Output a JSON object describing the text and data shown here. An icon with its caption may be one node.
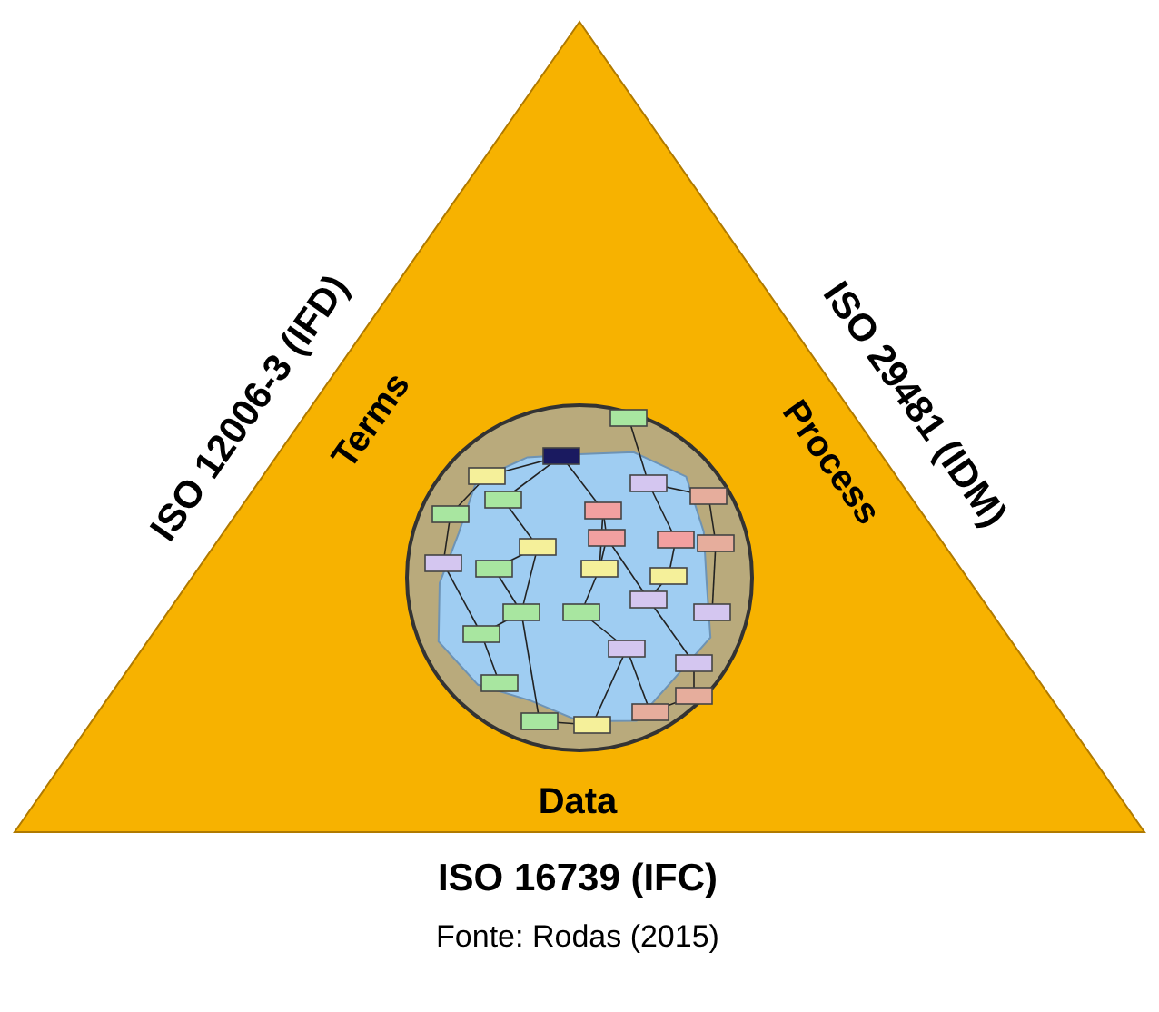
{
  "diagram": {
    "caption": "Fonte: Rodas (2015)",
    "nodes": [
      {
        "text": [
          "Terms",
          "Process",
          "Data"
        ],
        "beside": [
          "ISO 12006-3 (IFD)",
          "ISO 29481 (IDM)",
          "ISO 16739 (IFC)"
        ]
      },
      {
        "text": [],
        "shape": "circle",
        "in": 0
      }
    ],
    "edges": []
  }
}
